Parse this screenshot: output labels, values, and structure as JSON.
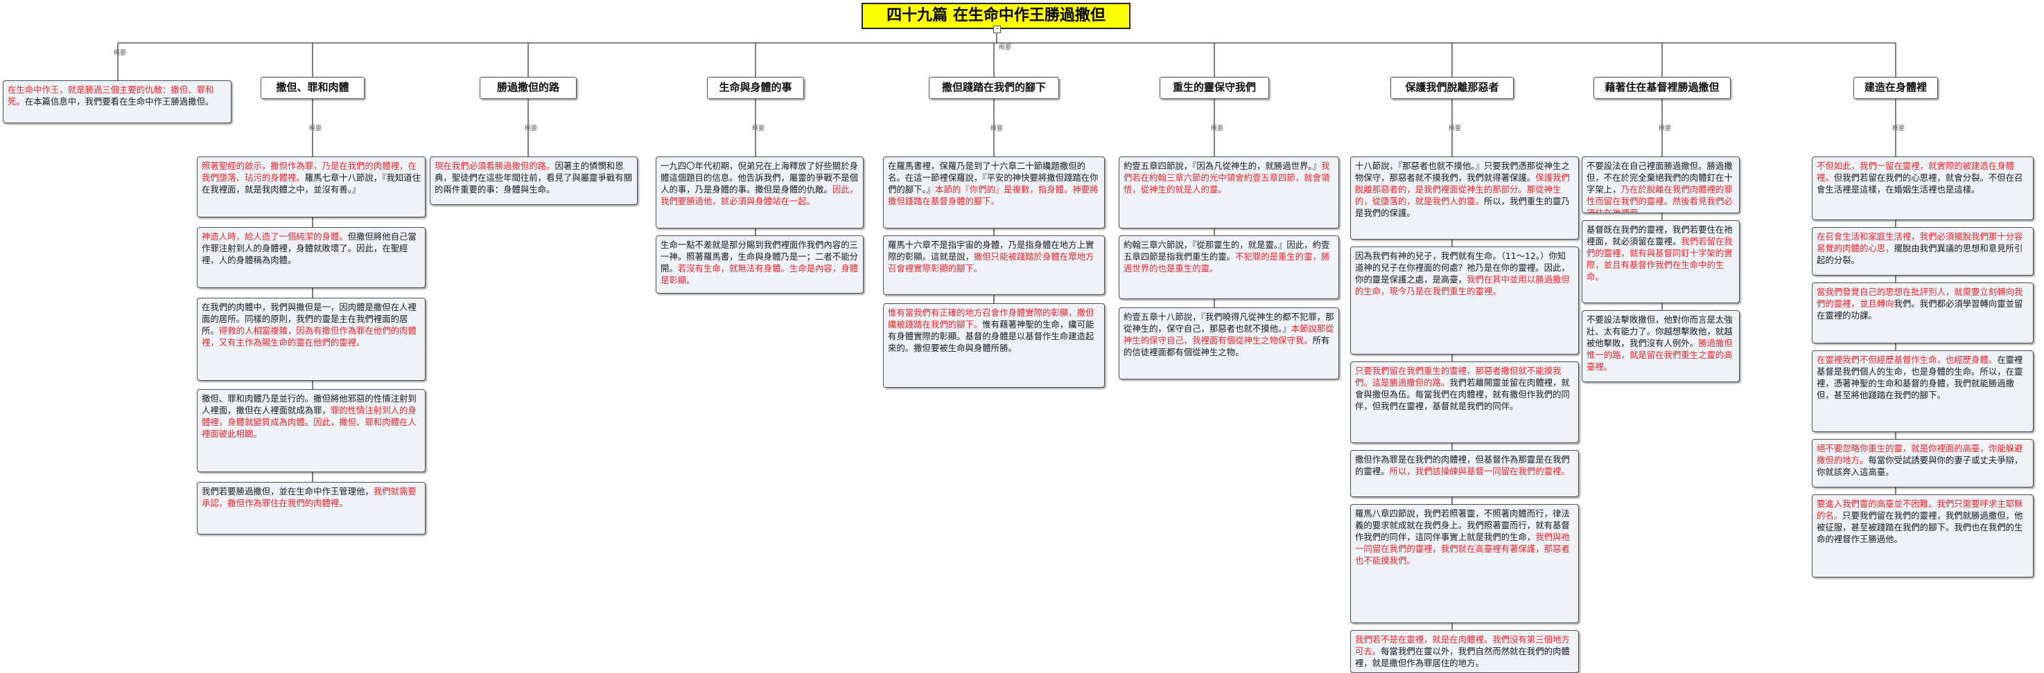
{
  "root": {
    "title": "四十九篇  在生命中作王勝過撒但"
  },
  "tag": "概要",
  "collapse_glyph": "−",
  "intro": {
    "parts": [
      {
        "t": "在生命中作王，就是勝過三個主要的仇敵：撒但、罪和死。",
        "r": true
      },
      {
        "t": "在本篇信息中，我們要看在生命中作王勝過撒但。",
        "r": false
      }
    ]
  },
  "branches": [
    {
      "title": "撒但、罪和肉體",
      "notes": [
        {
          "parts": [
            {
              "t": "照著聖經的啟示，撒但作為罪，乃是在我們的肉體裡，在我們墮落、玷污的身體裡。",
              "r": true
            },
            {
              "t": "羅馬七章十八節說，『我知道住在我裡面，就是我肉體之中，並沒有善。』",
              "r": false
            }
          ]
        },
        {
          "parts": [
            {
              "t": "神造人時，給人造了一個純潔的身體。",
              "r": true
            },
            {
              "t": "但撒但將他自己當作罪注射到人的身體裡，身體就敗壞了。因此，在聖經裡，人的身體稱為肉體。",
              "r": false
            }
          ]
        },
        {
          "parts": [
            {
              "t": "在我們的肉體中，我們與撒但是一，因肉體是撒但在人裡面的居所。同樣的原則，我們的靈是主在我們裡面的居所。",
              "r": false
            },
            {
              "t": "得救的人相當複雜，因為有撒但作為罪在他們的肉體裡，又有主作為賜生命的靈在他們的靈裡。",
              "r": true
            }
          ]
        },
        {
          "parts": [
            {
              "t": "撒但、罪和肉體乃是並行的。撒但將他邪惡的性情注射到人裡面，撒但在人裡面就成為罪，",
              "r": false
            },
            {
              "t": "罪的性情注射到人的身體裡，身體就變質成為肉體。因此，撒但、罪和肉體在人裡面彼此相關。",
              "r": true
            }
          ]
        },
        {
          "parts": [
            {
              "t": "我們若要勝過撒但，並在生命中作王管理他，",
              "r": false
            },
            {
              "t": "我們就需要承認，撒但作為罪住在我們的肉體裡。",
              "r": true
            }
          ]
        }
      ]
    },
    {
      "title": "勝過撒但的路",
      "notes": [
        {
          "parts": [
            {
              "t": "現在我們必須看勝過撒但的路。",
              "r": true
            },
            {
              "t": "因著主的憐憫和恩典，聖徒們在這些年間往前，看見了與屬靈爭戰有關的兩件重要的事：身體與生命。",
              "r": false
            }
          ]
        }
      ]
    },
    {
      "title": "生命與身體的事",
      "notes": [
        {
          "parts": [
            {
              "t": "一九四〇年代初期，倪弟兄在上海釋放了好些關於身體這個題目的信息。他告訴我們，屬靈的爭戰不是個人的事，乃是身體的事。撒但是身體的仇敵。",
              "r": false
            },
            {
              "t": "因此，我們要勝過他，就必須與身體站在一起。",
              "r": true
            }
          ]
        },
        {
          "parts": [
            {
              "t": "生命一點不差就是那分賜到我們裡面作我們內容的三一神。照著羅馬書，生命與身體乃是一；二者不能分開。",
              "r": false
            },
            {
              "t": "若沒有生命，就無法有身體。生命是內容，身體是彰顯。",
              "r": true
            }
          ]
        }
      ]
    },
    {
      "title": "撒但踐踏在我們的腳下",
      "notes": [
        {
          "parts": [
            {
              "t": "在羅馬書裡，保羅乃是到了十六章二十節纔題撒但的名。在這一節裡保羅說，『平安的神快要將撒但踐踏在你們的腳下。』",
              "r": false
            },
            {
              "t": "本節的『你們的』是複數，指身體。神要將撒但踐踏在基督身體的腳下。",
              "r": true
            }
          ]
        },
        {
          "parts": [
            {
              "t": "羅馬十六章不是指宇宙的身體，乃是指身體在地方上實際的彰顯。這就是說，",
              "r": false
            },
            {
              "t": "撒但只能被踐踏於身體在眾地方召會裡實際彰顯的腳下。",
              "r": true
            }
          ]
        },
        {
          "parts": [
            {
              "t": "惟有當我們有正確的地方召會作身體實際的彰顯，撒但纔被踐踏在我們的腳下。",
              "r": true
            },
            {
              "t": "惟有藉著神聖的生命，纔可能有身體實際的彰顯。基督的身體是以基督作生命建造起來的。撒但要被生命與身體所勝。",
              "r": false
            }
          ]
        }
      ]
    },
    {
      "title": "重生的靈保守我們",
      "notes": [
        {
          "parts": [
            {
              "t": "約壹五章四節說，『因為凡從神生的，就勝過世界。』",
              "r": false
            },
            {
              "t": "我們若在約翰三章六節的光中領會約壹五章四節，就會領悟，從神生的就是人的靈。",
              "r": true
            }
          ]
        },
        {
          "parts": [
            {
              "t": "約翰三章六節說，『從那靈生的，就是靈。』因此，約壹五章四節是指我們重生的靈。",
              "r": false
            },
            {
              "t": "不犯罪的是重生的靈，勝過世界的也是重生的靈。",
              "r": true
            }
          ]
        },
        {
          "parts": [
            {
              "t": "約壹五章十八節說，『我們曉得凡從神生的都不犯罪，那從神生的，保守自己，那惡者也就不摸他。』",
              "r": false
            },
            {
              "t": "本節說那從神生的保守自己，我裡面有個從神生之物保守我。",
              "r": true
            },
            {
              "t": "所有的信徒裡面都有個從神生之物。",
              "r": false
            }
          ]
        }
      ]
    },
    {
      "title": "保護我們脫離那惡者",
      "notes": [
        {
          "parts": [
            {
              "t": "十八節說，『那惡者也就不摸他。』只要我們憑那從神生之物保守，那惡者就不摸我們，我們就得著保護。",
              "r": false
            },
            {
              "t": "保護我們脫離那惡者的，是我們裡面從神生的那部分。那從神生的，從墮落的，就是我們人的靈。",
              "r": true
            },
            {
              "t": "所以，我們重生的靈乃是我們的保護。",
              "r": false
            }
          ]
        },
        {
          "parts": [
            {
              "t": "因為我們有神的兒子，我們就有生命。（11～12。）你知道神的兒子在你裡面的何處？祂乃是在你的靈裡。因此，你的靈是保護之處，是高臺，",
              "r": false
            },
            {
              "t": "我們在其中並用以勝過撒但的生命，現今乃是在我們重生的靈裡。",
              "r": true
            }
          ]
        },
        {
          "parts": [
            {
              "t": "只要我們留在我們重生的靈裡，那惡者撒但就不能摸我們。這是勝過撒但的路。",
              "r": true
            },
            {
              "t": "我們若離開靈並留在肉體裡，就會與撒但為伍。每當我們在肉體裡，就有撒但作我們的同伴，但我們在靈裡，基督就是我們的同伴。",
              "r": false
            }
          ]
        },
        {
          "parts": [
            {
              "t": "撒但作為罪是在我們的肉體裡，但基督作為那靈是在我們的靈裡。",
              "r": false
            },
            {
              "t": "所以，我們該操練與基督一同留在我們的靈裡。",
              "r": true
            }
          ]
        },
        {
          "parts": [
            {
              "t": "羅馬八章四節說，我們若照著靈，不照著肉體而行，律法義的要求就成就在我們身上。我們照著靈而行，就有基督作我們的同伴，這同伴事實上就是我們的生命，",
              "r": false
            },
            {
              "t": "我們與祂一同留在我們的靈裡，我們就在高臺裡有著保護，那惡者也不能摸我們。",
              "r": true
            }
          ]
        },
        {
          "parts": [
            {
              "t": "我們若不是在靈裡，就是在肉體裡。",
              "r": true
            },
            {
              "t": "我們沒有第三個地方可去。",
              "r": true
            },
            {
              "t": "每當我們在靈以外，我們自然而然就在我們的肉體裡，就是撒但作為罪居住的地方。",
              "r": false
            }
          ]
        }
      ]
    },
    {
      "title": "藉著住在基督裡勝過撒但",
      "notes": [
        {
          "parts": [
            {
              "t": "不要設法在自己裡面勝過撒但。勝過撒但，不在於完全棄絕我們的肉體釘在十字架上，",
              "r": false
            },
            {
              "t": "乃在於脫離在我們肉體裡的罪性而留在我們的靈裡。然後看見我們必須住在祂裡面。",
              "r": true
            }
          ]
        },
        {
          "parts": [
            {
              "t": "基督既在我們的靈裡，我們若要住在祂裡面，就必須留在靈裡。",
              "r": false
            },
            {
              "t": "我們若留在我們的靈裡，就有與基督同釘十字架的實際，並且有基督作我們在生命中的生命。",
              "r": true
            }
          ]
        },
        {
          "parts": [
            {
              "t": "不要設法擊敗撒但，他對你而言是太強壯、太有能力了。你越想擊敗他，就越被他擊敗，我們沒有人例外。",
              "r": false
            },
            {
              "t": "勝過撒但惟一的路，就是留在我們重生之靈的高臺裡。",
              "r": true
            }
          ]
        }
      ]
    },
    {
      "title": "建造在身體裡",
      "notes": [
        {
          "parts": [
            {
              "t": "不但如此，我們一留在靈裡，就實際的被建造在身體裡。",
              "r": true
            },
            {
              "t": "但我們若留在我們的心思裡，就會分裂。不但在召會生活裡是這樣，在婚姻生活裡也是這樣。",
              "r": false
            }
          ]
        },
        {
          "parts": [
            {
              "t": "在召會生活和家庭生活裡，我們必須擺脫我們那十分容易覺的肉體的心思，",
              "r": true
            },
            {
              "t": "擺脫由我們異議的思想和意見所引起的分裂。",
              "r": false
            }
          ]
        },
        {
          "parts": [
            {
              "t": "當我們發覺自己的思想在批評別人，就需要立刻轉向我們的靈裡，並且轉向",
              "r": true
            },
            {
              "t": "我們。我們都必須學習轉向靈並留在靈裡的功課。",
              "r": false
            }
          ]
        },
        {
          "parts": [
            {
              "t": "在靈裡我們不但經歷基督作生命，也經歷身體。",
              "r": true
            },
            {
              "t": "在靈裡基督是我們個人的生命，也是身體的生命。所以，在靈裡，憑著神聖的生命和基督的身體，我們就能勝過撒但，甚至將他踐踏在我們的腳下。",
              "r": false
            }
          ]
        },
        {
          "parts": [
            {
              "t": "絕不要忽略你重生的靈，就是你裡面的高臺，你能躲避撒但的地方。",
              "r": true
            },
            {
              "t": "每當你受試誘要與你的妻子或丈夫爭辯，你就該奔入這高臺。",
              "r": false
            }
          ]
        },
        {
          "parts": [
            {
              "t": "要進入我們靈的高臺並不困難。我們只需要呼求主耶穌的名。",
              "r": true
            },
            {
              "t": "只要我們留在我們的靈裡，我們就勝過撒但，他被征服，甚至被踐踏在我們的腳下。我們也在我們的生命的裡督作王勝過他。",
              "r": false
            }
          ]
        }
      ]
    }
  ]
}
